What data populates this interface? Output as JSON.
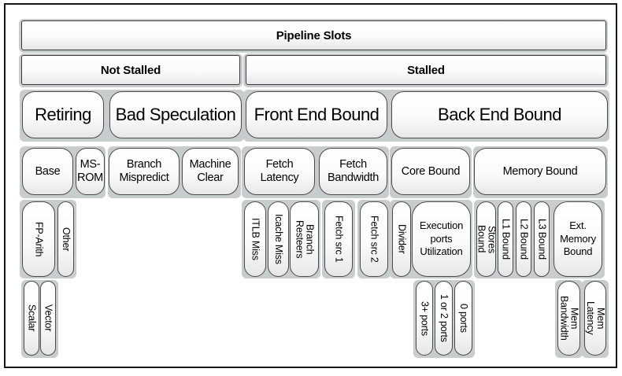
{
  "diagram_title": "Pipeline Slots",
  "colors": {
    "frame_border": "#161616",
    "pill_border": "#4a4a4a",
    "pill_fill_top": "#ffffff",
    "pill_fill_bottom": "#e7e7e7",
    "halo": "#c9cccd",
    "text": "#000000"
  },
  "nodes": {
    "pipeline_slots": {
      "label": "Pipeline Slots"
    },
    "not_stalled": {
      "label": "Not Stalled"
    },
    "stalled": {
      "label": "Stalled"
    },
    "retiring": {
      "label": "Retiring"
    },
    "bad_speculation": {
      "label": "Bad Speculation"
    },
    "front_end_bound": {
      "label": "Front End Bound"
    },
    "back_end_bound": {
      "label": "Back End Bound"
    },
    "base": {
      "label": "Base"
    },
    "ms_rom": {
      "label": "MS-\nROM"
    },
    "branch_mispredict": {
      "label": "Branch\nMispredict"
    },
    "machine_clear": {
      "label": "Machine\nClear"
    },
    "fetch_latency": {
      "label": "Fetch\nLatency"
    },
    "fetch_bandwidth": {
      "label": "Fetch\nBandwidth"
    },
    "core_bound": {
      "label": "Core Bound"
    },
    "memory_bound": {
      "label": "Memory Bound"
    },
    "fp_arith": {
      "label": "FP-Arith"
    },
    "other": {
      "label": "Other"
    },
    "itlb_miss": {
      "label": "ITLB Miss"
    },
    "icache_miss": {
      "label": "Icache Miss"
    },
    "branch_resteers": {
      "label": "Branch\nResteers"
    },
    "fetch_src_1": {
      "label": "Fetch src 1"
    },
    "fetch_src_2": {
      "label": "Fetch src 2"
    },
    "divider": {
      "label": "Divider"
    },
    "execution_ports_utilization": {
      "label": "Execution\nports\nUtilization"
    },
    "stores_bound": {
      "label": "Stores\nBound"
    },
    "l1_bound": {
      "label": "L1 Bound"
    },
    "l2_bound": {
      "label": "L2 Bound"
    },
    "l3_bound": {
      "label": "L3 Bound"
    },
    "ext_memory_bound": {
      "label": "Ext.\nMemory\nBound"
    },
    "scalar": {
      "label": "Scalar"
    },
    "vector": {
      "label": "Vector"
    },
    "ports_3plus": {
      "label": "3+ ports"
    },
    "ports_1or2": {
      "label": "1 or 2 ports"
    },
    "ports_0": {
      "label": "0 ports"
    },
    "mem_bandwidth": {
      "label": "Mem\nBandwidth"
    },
    "mem_latency": {
      "label": "Mem\nLatency"
    }
  },
  "hierarchy": {
    "Pipeline Slots": [
      "Not Stalled",
      "Stalled"
    ],
    "Not Stalled": [
      "Retiring",
      "Bad Speculation"
    ],
    "Stalled": [
      "Front End Bound",
      "Back End Bound"
    ],
    "Retiring": [
      "Base",
      "MS-ROM"
    ],
    "Bad Speculation": [
      "Branch Mispredict",
      "Machine Clear"
    ],
    "Front End Bound": [
      "Fetch Latency",
      "Fetch Bandwidth"
    ],
    "Back End Bound": [
      "Core Bound",
      "Memory Bound"
    ],
    "Base": [
      "FP-Arith",
      "Other"
    ],
    "FP-Arith": [
      "Scalar",
      "Vector"
    ],
    "Fetch Latency": [
      "ITLB Miss",
      "Icache Miss",
      "Branch Resteers"
    ],
    "Fetch Bandwidth": [
      "Fetch src 1",
      "Fetch src 2"
    ],
    "Core Bound": [
      "Divider",
      "Execution ports Utilization"
    ],
    "Execution ports Utilization": [
      "3+ ports",
      "1 or 2 ports",
      "0 ports"
    ],
    "Memory Bound": [
      "Stores Bound",
      "L1 Bound",
      "L2 Bound",
      "L3 Bound",
      "Ext. Memory Bound"
    ],
    "Ext. Memory Bound": [
      "Mem Bandwidth",
      "Mem Latency"
    ]
  }
}
